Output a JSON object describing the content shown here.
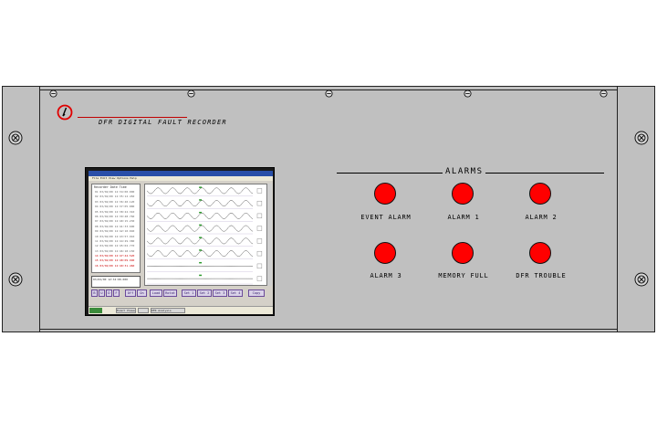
{
  "device": {
    "title": "DFR DIGITAL FAULT RECORDER",
    "brand_color": "#c00000"
  },
  "screen_app": {
    "menu": "File  Edit  View  Options  Help",
    "channel_header": "Recorder  Date  Time",
    "channels": [
      "01  03/02/00  12:34:00.000",
      "02  03/02/00  12:35:12.450",
      "03  03/02/00  12:36:40.120",
      "04  03/02/00  12:37:05.880",
      "05  03/02/00  12:38:22.310",
      "06  03/02/00  12:39:48.760",
      "07  03/02/00  12:40:15.230",
      "08  03/02/00  12:41:33.600",
      "09  03/02/00  12:42:10.040",
      "10  03/02/00  12:43:57.910",
      "11  03/02/00  12:44:29.380",
      "12  03/02/00  12:45:02.770",
      "13  03/02/00  12:46:18.150",
      "14  03/02/00  12:47:44.520",
      "15  03/02/00  12:48:09.990",
      "16  03/02/00  12:49:31.460"
    ],
    "cursor_value": "03/02/00 12:34:00.000",
    "buttons": [
      "B",
      "U",
      "D",
      "F",
      "Off",
      "On",
      "Load",
      "Rotat",
      "Set 1",
      "Set 2",
      "Set 3",
      "Set 4",
      "Copy"
    ],
    "taskbar_items": [
      "Start",
      "Event Viewer",
      "",
      "DFR Analysis"
    ],
    "trace_count": 8
  },
  "alarms": {
    "title": "ALARMS",
    "lamp_color": "#ff0000",
    "items": [
      {
        "label": "EVENT ALARM"
      },
      {
        "label": "ALARM 1"
      },
      {
        "label": "ALARM 2"
      },
      {
        "label": "ALARM 3"
      },
      {
        "label": "MEMORY FULL"
      },
      {
        "label": "DFR TROUBLE"
      }
    ]
  }
}
